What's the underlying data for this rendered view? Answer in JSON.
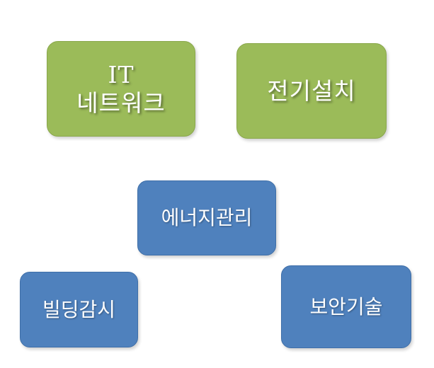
{
  "boxes": {
    "it_network": {
      "line1": "IT",
      "line2": "네트워크",
      "color": "#9bbb59"
    },
    "electrical": {
      "label": "전기설치",
      "color": "#9bbb59"
    },
    "energy": {
      "label": "에너지관리",
      "color": "#4f81bd"
    },
    "building": {
      "label": "빌딩감시",
      "color": "#4f81bd"
    },
    "security": {
      "label": "보안기술",
      "color": "#4f81bd"
    }
  }
}
